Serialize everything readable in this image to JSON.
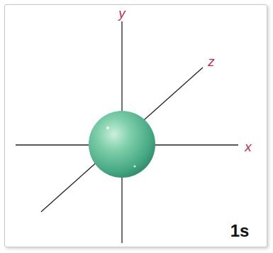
{
  "diagram": {
    "labels": [
      "y",
      "z",
      "x",
      "1s"
    ]
  }
}
